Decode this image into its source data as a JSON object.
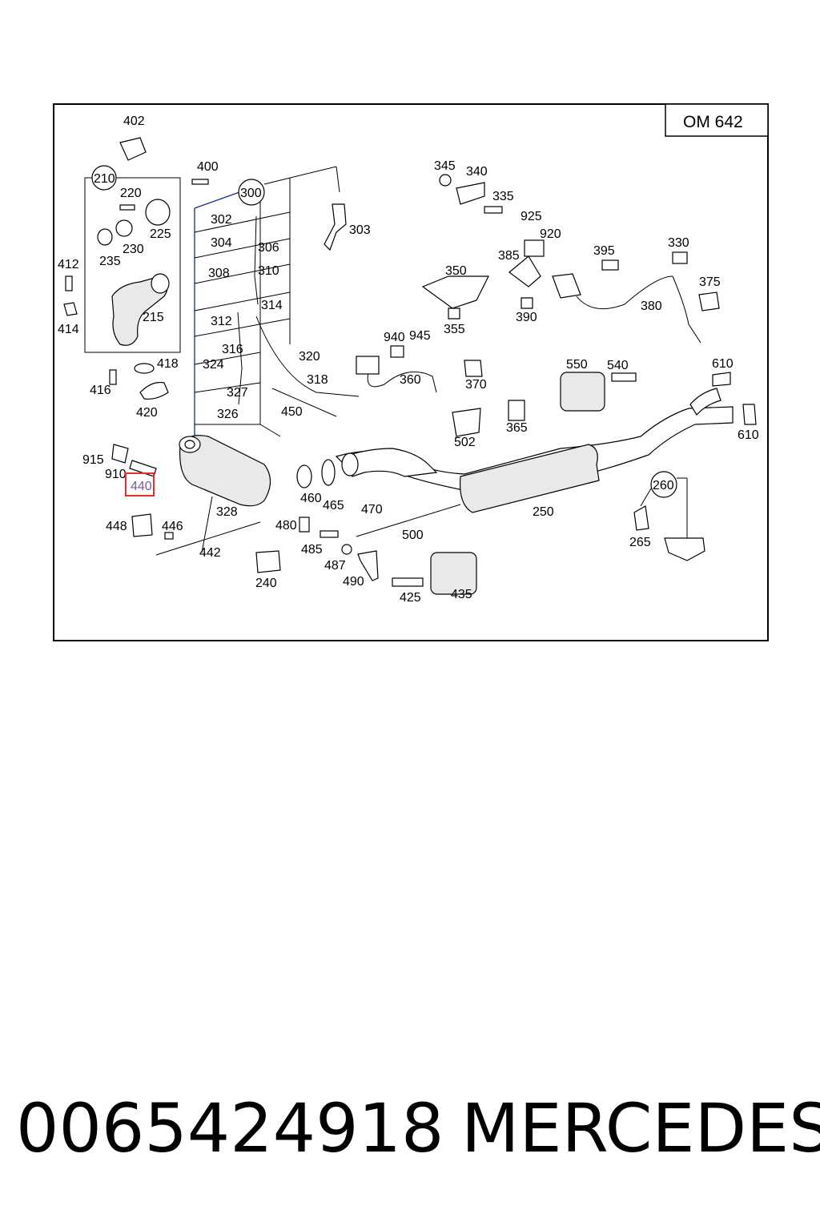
{
  "diagram": {
    "engine_label": "OM 642",
    "highlighted_part": "440",
    "callouts": {
      "c210": "210",
      "c300": "300",
      "c260": "260"
    },
    "parts": {
      "p402": "402",
      "p400": "400",
      "p220": "220",
      "p225": "225",
      "p230": "230",
      "p235": "235",
      "p412": "412",
      "p414": "414",
      "p215": "215",
      "p418": "418",
      "p416": "416",
      "p420": "420",
      "p302": "302",
      "p304": "304",
      "p306": "306",
      "p308": "308",
      "p310": "310",
      "p312": "312",
      "p314": "314",
      "p316": "316",
      "p318": "318",
      "p320": "320",
      "p324": "324",
      "p327": "327",
      "p326": "326",
      "p303": "303",
      "p450": "450",
      "p345": "345",
      "p340": "340",
      "p335": "335",
      "p925": "925",
      "p920": "920",
      "p385": "385",
      "p350": "350",
      "p355": "355",
      "p390": "390",
      "p395": "395",
      "p330": "330",
      "p375": "375",
      "p380": "380",
      "p940": "940",
      "p945": "945",
      "p360": "360",
      "p370": "370",
      "p550": "550",
      "p540": "540",
      "p610a": "610",
      "p610b": "610",
      "p502": "502",
      "p365": "365",
      "p915": "915",
      "p910": "910",
      "p328": "328",
      "p460": "460",
      "p465": "465",
      "p470": "470",
      "p250": "250",
      "p448": "448",
      "p446": "446",
      "p442": "442",
      "p480": "480",
      "p500": "500",
      "p485": "485",
      "p487": "487",
      "p490": "490",
      "p240": "240",
      "p425": "425",
      "p435": "435",
      "p265": "265"
    }
  },
  "caption": {
    "part_number": "0065424918",
    "brand": "MERCEDES"
  },
  "colors": {
    "highlight": "#e03030",
    "tree_lines": "#1a2a8a"
  }
}
